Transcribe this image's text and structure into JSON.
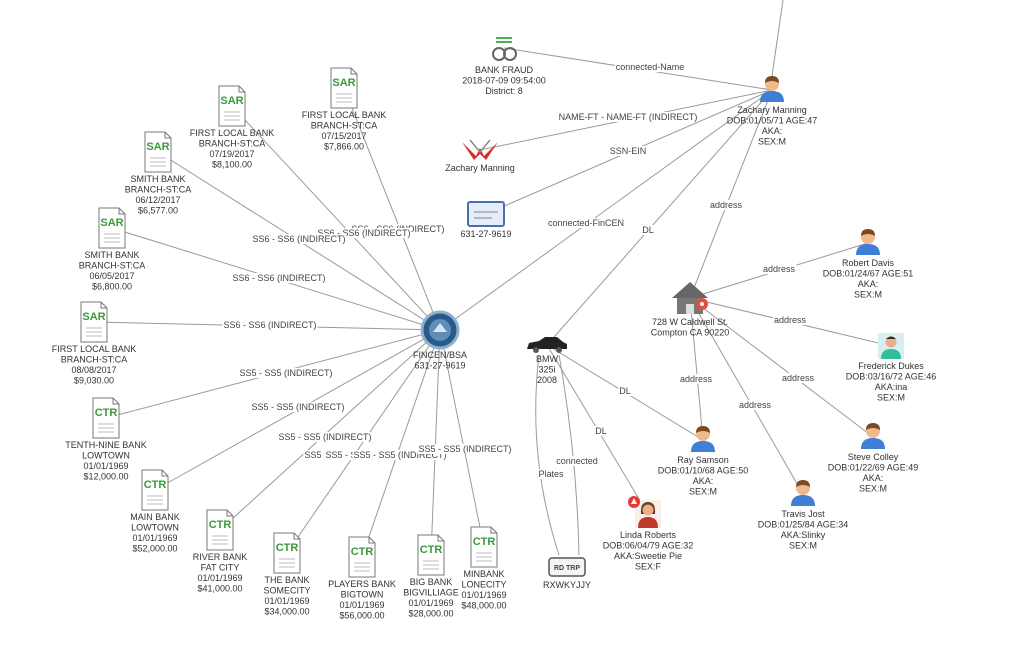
{
  "nodes": [
    {
      "id": "fincen",
      "kind": "seal",
      "lines": [
        "FINCEN/BSA",
        "631-27-9619"
      ]
    },
    {
      "id": "zach",
      "kind": "person",
      "lines": [
        "Zachary Manning",
        "DOB:01/05/71 AGE:47",
        "AKA:",
        "SEX:M"
      ]
    },
    {
      "id": "fraud",
      "kind": "handcuffs",
      "lines": [
        "BANK FRAUD",
        "2018-07-09 09:54:00",
        "District: 8"
      ]
    },
    {
      "id": "zachlogo",
      "kind": "logo",
      "lines": [
        "Zachary Manning"
      ]
    },
    {
      "id": "ssn",
      "kind": "card",
      "lines": [
        "631-27-9619"
      ]
    },
    {
      "id": "house",
      "kind": "house",
      "lines": [
        "728 W Caldwell St.",
        "Compton CA 90220"
      ]
    },
    {
      "id": "bmw",
      "kind": "car",
      "lines": [
        "BMW",
        "325i",
        "2008"
      ]
    },
    {
      "id": "plate",
      "kind": "plate",
      "plate_text": "RD TRP",
      "lines": [
        "RXWKYJJY"
      ]
    },
    {
      "id": "robert",
      "kind": "person",
      "lines": [
        "Robert Davis",
        "DOB:01/24/67 AGE:51",
        "AKA:",
        "SEX:M"
      ]
    },
    {
      "id": "frederick",
      "kind": "photo-male",
      "lines": [
        "Frederick Dukes",
        "DOB:03/16/72 AGE:46",
        "AKA:ina",
        "SEX:M"
      ]
    },
    {
      "id": "steve",
      "kind": "person",
      "lines": [
        "Steve Colley",
        "DOB:01/22/69 AGE:49",
        "AKA:",
        "SEX:M"
      ]
    },
    {
      "id": "travis",
      "kind": "person",
      "lines": [
        "Travis Jost",
        "DOB:01/25/84 AGE:34",
        "AKA:Slinky",
        "SEX:M"
      ]
    },
    {
      "id": "ray",
      "kind": "person",
      "lines": [
        "Ray Samson",
        "DOB:01/10/68 AGE:50",
        "AKA:",
        "SEX:M"
      ]
    },
    {
      "id": "linda",
      "kind": "photo-female",
      "lines": [
        "Linda Roberts",
        "DOB:06/04/79 AGE:32",
        "AKA:Sweetie Pie",
        "SEX:F"
      ]
    },
    {
      "id": "sar1",
      "kind": "doc",
      "tag": "SAR",
      "lines": [
        "FIRST LOCAL BANK",
        "BRANCH-ST:CA",
        "07/15/2017",
        "$7,866.00"
      ]
    },
    {
      "id": "sar2",
      "kind": "doc",
      "tag": "SAR",
      "lines": [
        "FIRST LOCAL BANK",
        "BRANCH-ST:CA",
        "07/19/2017",
        "$8,100.00"
      ]
    },
    {
      "id": "sar3",
      "kind": "doc",
      "tag": "SAR",
      "lines": [
        "SMITH BANK",
        "BRANCH-ST:CA",
        "06/12/2017",
        "$6,577.00"
      ]
    },
    {
      "id": "sar4",
      "kind": "doc",
      "tag": "SAR",
      "lines": [
        "SMITH BANK",
        "BRANCH-ST:CA",
        "06/05/2017",
        "$6,800.00"
      ]
    },
    {
      "id": "sar5",
      "kind": "doc",
      "tag": "SAR",
      "lines": [
        "FIRST LOCAL BANK",
        "BRANCH-ST:CA",
        "08/08/2017",
        "$9,030.00"
      ]
    },
    {
      "id": "ctr1",
      "kind": "doc",
      "tag": "CTR",
      "lines": [
        "TENTH-NINE BANK",
        "LOWTOWN",
        "01/01/1969",
        "$12,000.00"
      ]
    },
    {
      "id": "ctr2",
      "kind": "doc",
      "tag": "CTR",
      "lines": [
        "MAIN BANK",
        "LOWTOWN",
        "01/01/1969",
        "$52,000.00"
      ]
    },
    {
      "id": "ctr3",
      "kind": "doc",
      "tag": "CTR",
      "lines": [
        "RIVER BANK",
        "FAT CITY",
        "01/01/1969",
        "$41,000.00"
      ]
    },
    {
      "id": "ctr4",
      "kind": "doc",
      "tag": "CTR",
      "lines": [
        "THE BANK",
        "SOMECITY",
        "01/01/1969",
        "$34,000.00"
      ]
    },
    {
      "id": "ctr5",
      "kind": "doc",
      "tag": "CTR",
      "lines": [
        "PLAYERS BANK",
        "BIGTOWN",
        "01/01/1969",
        "$56,000.00"
      ]
    },
    {
      "id": "ctr6",
      "kind": "doc",
      "tag": "CTR",
      "lines": [
        "BIG BANK",
        "BIGVILLIAGE",
        "01/01/1969",
        "$28,000.00"
      ]
    },
    {
      "id": "ctr7",
      "kind": "doc",
      "tag": "CTR",
      "lines": [
        "MINBANK",
        "LONECITY",
        "01/01/1969",
        "$48,000.00"
      ]
    }
  ],
  "edges": [
    {
      "from": "fraud",
      "to": "zach",
      "label": "connected-Name"
    },
    {
      "from": "zachlogo",
      "to": "zach",
      "label": "NAME-FT - NAME-FT (INDIRECT)"
    },
    {
      "from": "ssn",
      "to": "zach",
      "label": "SSN-EIN"
    },
    {
      "from": "fincen",
      "to": "zach",
      "label": "connected-FinCEN"
    },
    {
      "from": "bmw",
      "to": "zach",
      "label": "DL"
    },
    {
      "from": "house",
      "to": "zach",
      "label": "address"
    },
    {
      "from": "house",
      "to": "robert",
      "label": "address"
    },
    {
      "from": "house",
      "to": "frederick",
      "label": "address"
    },
    {
      "from": "house",
      "to": "steve",
      "label": "address"
    },
    {
      "from": "house",
      "to": "travis",
      "label": "address"
    },
    {
      "from": "house",
      "to": "ray",
      "label": "address"
    },
    {
      "from": "bmw",
      "to": "ray",
      "label": "DL"
    },
    {
      "from": "bmw",
      "to": "linda",
      "label": "DL"
    },
    {
      "from": "bmw",
      "to": "plate",
      "label": "connected"
    },
    {
      "from": "bmw",
      "to": "plate",
      "label": "Plates"
    },
    {
      "from": "sar1",
      "to": "fincen",
      "label": "SS6 - SS6 (INDIRECT)"
    },
    {
      "from": "sar2",
      "to": "fincen",
      "label": "SS6 - SS6 (INDIRECT)"
    },
    {
      "from": "sar3",
      "to": "fincen",
      "label": "SS6 - SS6 (INDIRECT)"
    },
    {
      "from": "sar4",
      "to": "fincen",
      "label": "SS6 - SS6 (INDIRECT)"
    },
    {
      "from": "sar5",
      "to": "fincen",
      "label": "SS6 - SS6 (INDIRECT)"
    },
    {
      "from": "ctr1",
      "to": "fincen",
      "label": "SS5 - SS5 (INDIRECT)"
    },
    {
      "from": "ctr2",
      "to": "fincen",
      "label": "SS5 - SS5 (INDIRECT)"
    },
    {
      "from": "ctr3",
      "to": "fincen",
      "label": "SS5 - SS5 (INDIRECT)"
    },
    {
      "from": "ctr4",
      "to": "fincen",
      "label": "SS5 - SS5 (INDIRECT)"
    },
    {
      "from": "ctr5",
      "to": "fincen",
      "label": "SS5 - SS5 (INDIRECT)"
    },
    {
      "from": "ctr6",
      "to": "fincen",
      "label": "SS5 - SS5 (INDIRECT)"
    },
    {
      "from": "ctr7",
      "to": "fincen",
      "label": "SS5 - SS5 (INDIRECT)"
    }
  ],
  "colors": {
    "edge": "#9a9a9a",
    "person_shirt": "#3f7fd6",
    "person_skin": "#f0b98c",
    "person_hair": "#7a4a22",
    "doc_tag": "#3a9a3a",
    "logo_red": "#d32f2f",
    "seal_blue": "#2a5a8a"
  }
}
